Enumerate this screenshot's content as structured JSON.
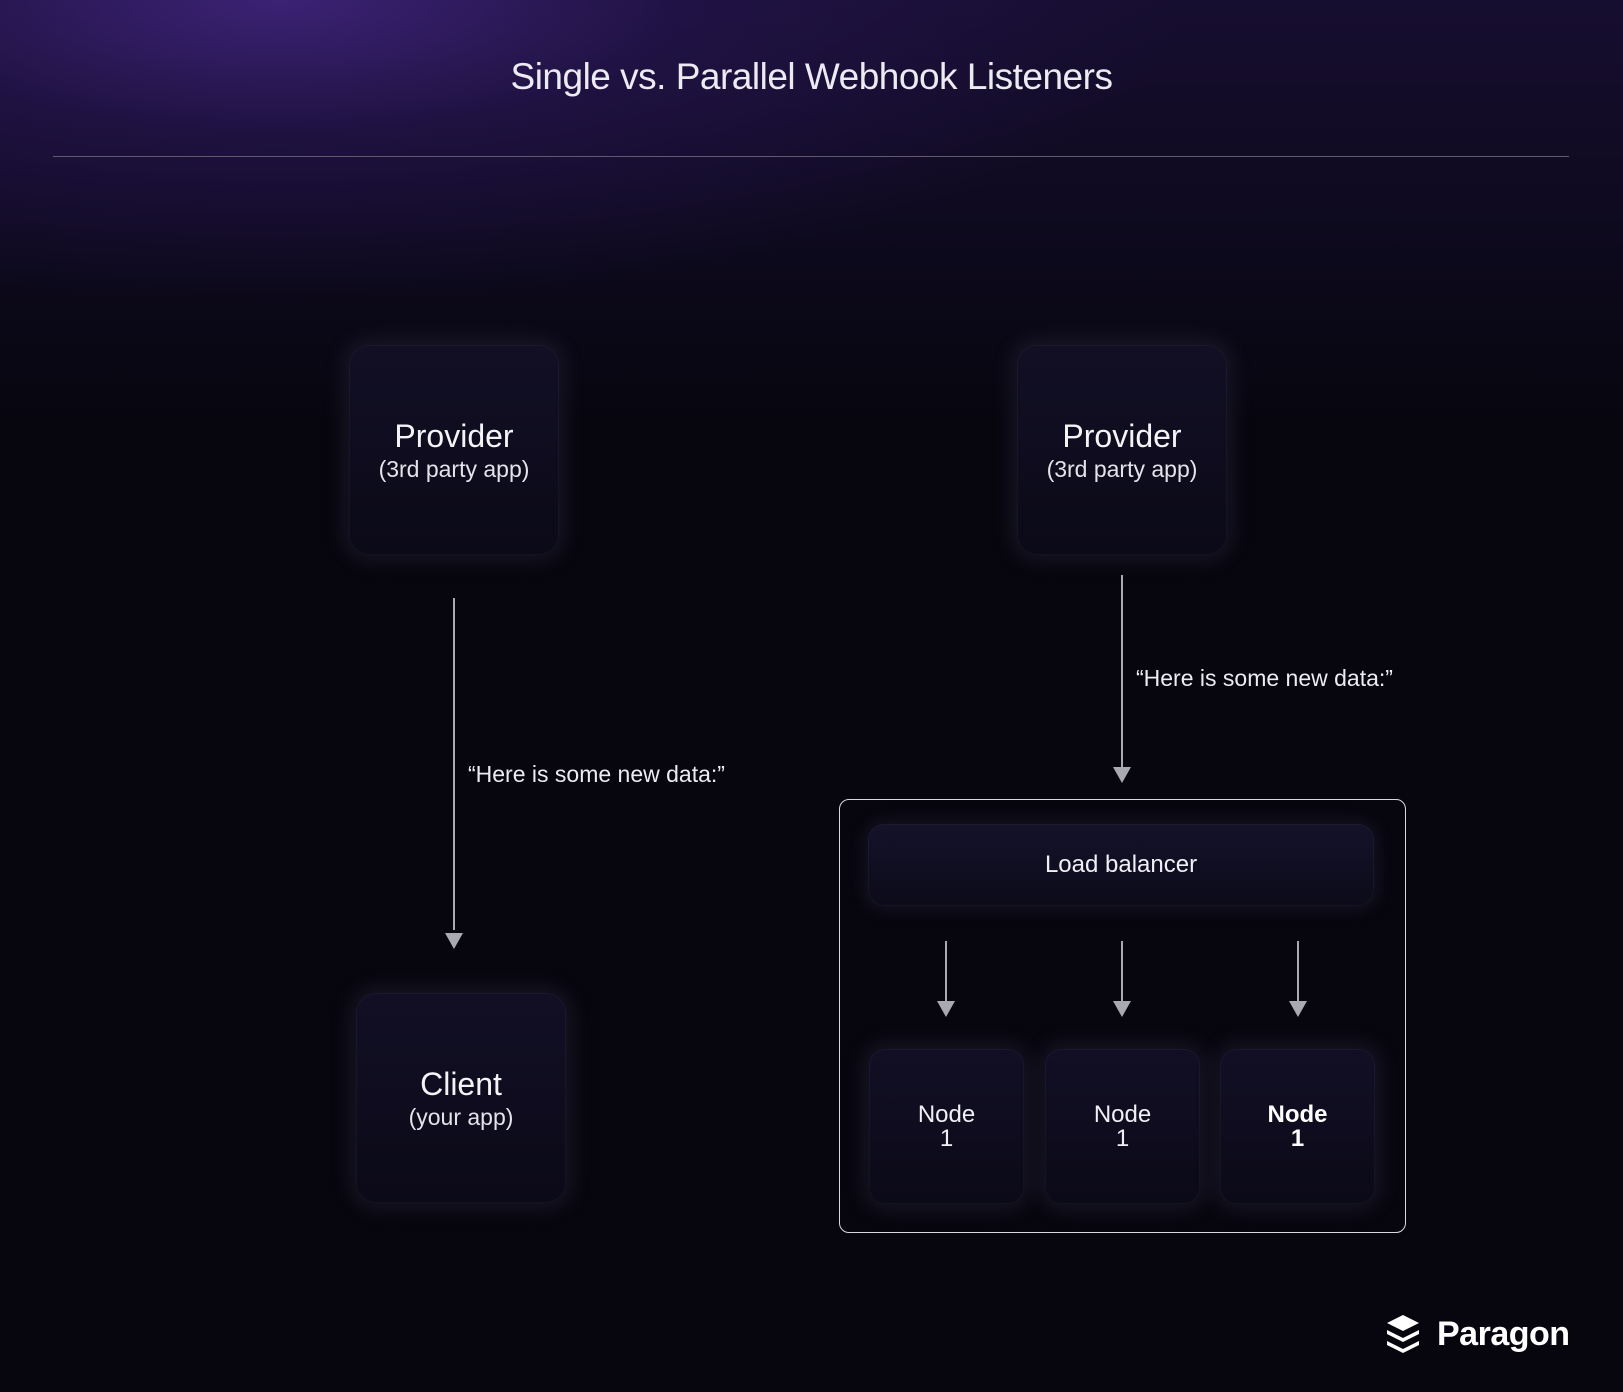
{
  "title": "Single vs. Parallel Webhook Listeners",
  "single": {
    "provider": {
      "name": "Provider",
      "sub": "(3rd party app)"
    },
    "message": "“Here is some new data:”",
    "client": {
      "name": "Client",
      "sub": "(your app)"
    }
  },
  "parallel": {
    "provider": {
      "name": "Provider",
      "sub": "(3rd party app)"
    },
    "message": "“Here is some new data:”",
    "load_balancer": "Load balancer",
    "nodes": [
      {
        "label": "Node",
        "number": "1"
      },
      {
        "label": "Node",
        "number": "1"
      },
      {
        "label": "Node",
        "number": "1"
      }
    ]
  },
  "brand": {
    "name": "Paragon",
    "icon": "stacked-layers-icon"
  }
}
